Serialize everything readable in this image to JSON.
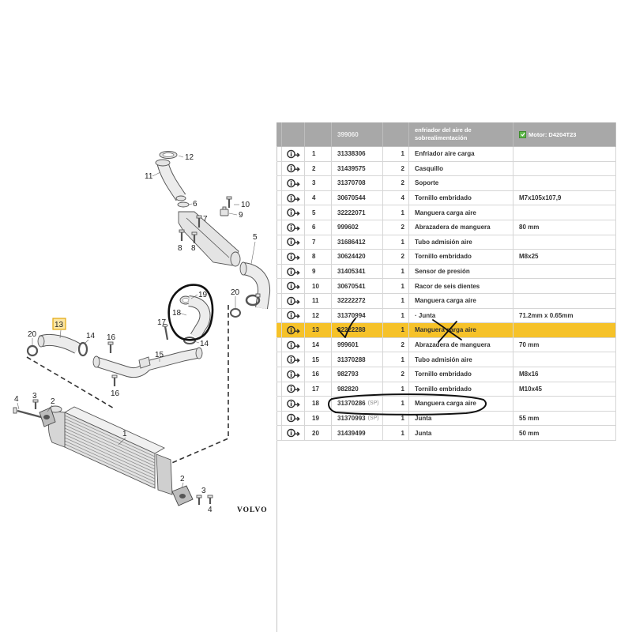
{
  "diagram": {
    "labels": [
      "12",
      "11",
      "6",
      "10",
      "7",
      "9",
      "8",
      "8",
      "5",
      "19",
      "18",
      "14",
      "17",
      "20",
      "13",
      "14",
      "16",
      "15",
      "16",
      "20",
      "3",
      "2",
      "4",
      "1",
      "2",
      "3",
      "4"
    ],
    "brand": "VOLVO"
  },
  "table": {
    "header": {
      "catalog_no": "399060",
      "group_line1": "enfriador del aire de",
      "group_line2": "sobrealimentación",
      "filter_label": "Motor: D4204T23"
    },
    "rows": [
      {
        "pos": "1",
        "part": "31338306",
        "qty": "1",
        "desc": "Enfriador aire carga"
      },
      {
        "pos": "2",
        "part": "31439575",
        "qty": "2",
        "desc": "Casquillo"
      },
      {
        "pos": "3",
        "part": "31370708",
        "qty": "2",
        "desc": "Soporte"
      },
      {
        "pos": "4",
        "part": "30670544",
        "qty": "4",
        "desc": "Tornillo embridado",
        "note": "M7x105x107,9"
      },
      {
        "pos": "5",
        "part": "32222071",
        "qty": "1",
        "desc": "Manguera carga aire"
      },
      {
        "pos": "6",
        "part": "999602",
        "qty": "2",
        "desc": "Abrazadera de manguera",
        "note": "80 mm"
      },
      {
        "pos": "7",
        "part": "31686412",
        "qty": "1",
        "desc": "Tubo admisión aire"
      },
      {
        "pos": "8",
        "part": "30624420",
        "qty": "2",
        "desc": "Tornillo embridado",
        "note": "M8x25"
      },
      {
        "pos": "9",
        "part": "31405341",
        "qty": "1",
        "desc": "Sensor de presión"
      },
      {
        "pos": "10",
        "part": "30670541",
        "qty": "1",
        "desc": "Racor de seis dientes"
      },
      {
        "pos": "11",
        "part": "32222272",
        "qty": "1",
        "desc": "Manguera carga aire"
      },
      {
        "pos": "12",
        "part": "31370994",
        "qty": "1",
        "desc": "· Junta",
        "note": "71.2mm x 0.65mm"
      },
      {
        "pos": "13",
        "part": "32222288",
        "qty": "1",
        "desc": "Manguera carga aire",
        "highlighted": true
      },
      {
        "pos": "14",
        "part": "999601",
        "qty": "2",
        "desc": "Abrazadera de manguera",
        "note": "70 mm"
      },
      {
        "pos": "15",
        "part": "31370288",
        "qty": "1",
        "desc": "Tubo admisión aire"
      },
      {
        "pos": "16",
        "part": "982793",
        "qty": "2",
        "desc": "Tornillo embridado",
        "note": "M8x16"
      },
      {
        "pos": "17",
        "part": "982820",
        "qty": "1",
        "desc": "Tornillo embridado",
        "note": "M10x45"
      },
      {
        "pos": "18",
        "part": "31370286",
        "sp": "(SP)",
        "qty": "1",
        "desc": "Manguera carga aire"
      },
      {
        "pos": "19",
        "part": "31370993",
        "sp": "(SP)",
        "qty": "1",
        "desc": "Junta",
        "note": "55 mm"
      },
      {
        "pos": "20",
        "part": "31439499",
        "qty": "1",
        "desc": "Junta",
        "note": "50 mm"
      }
    ]
  },
  "colors": {
    "highlight": "#f6c229",
    "header_bg": "#a8a8a8",
    "filter_check": "#5fb84a",
    "label_highlight": "#f8d25a"
  },
  "icons": {
    "row_icon": "info-arrow-icon",
    "filter_icon": "checkbox-checked-icon"
  }
}
